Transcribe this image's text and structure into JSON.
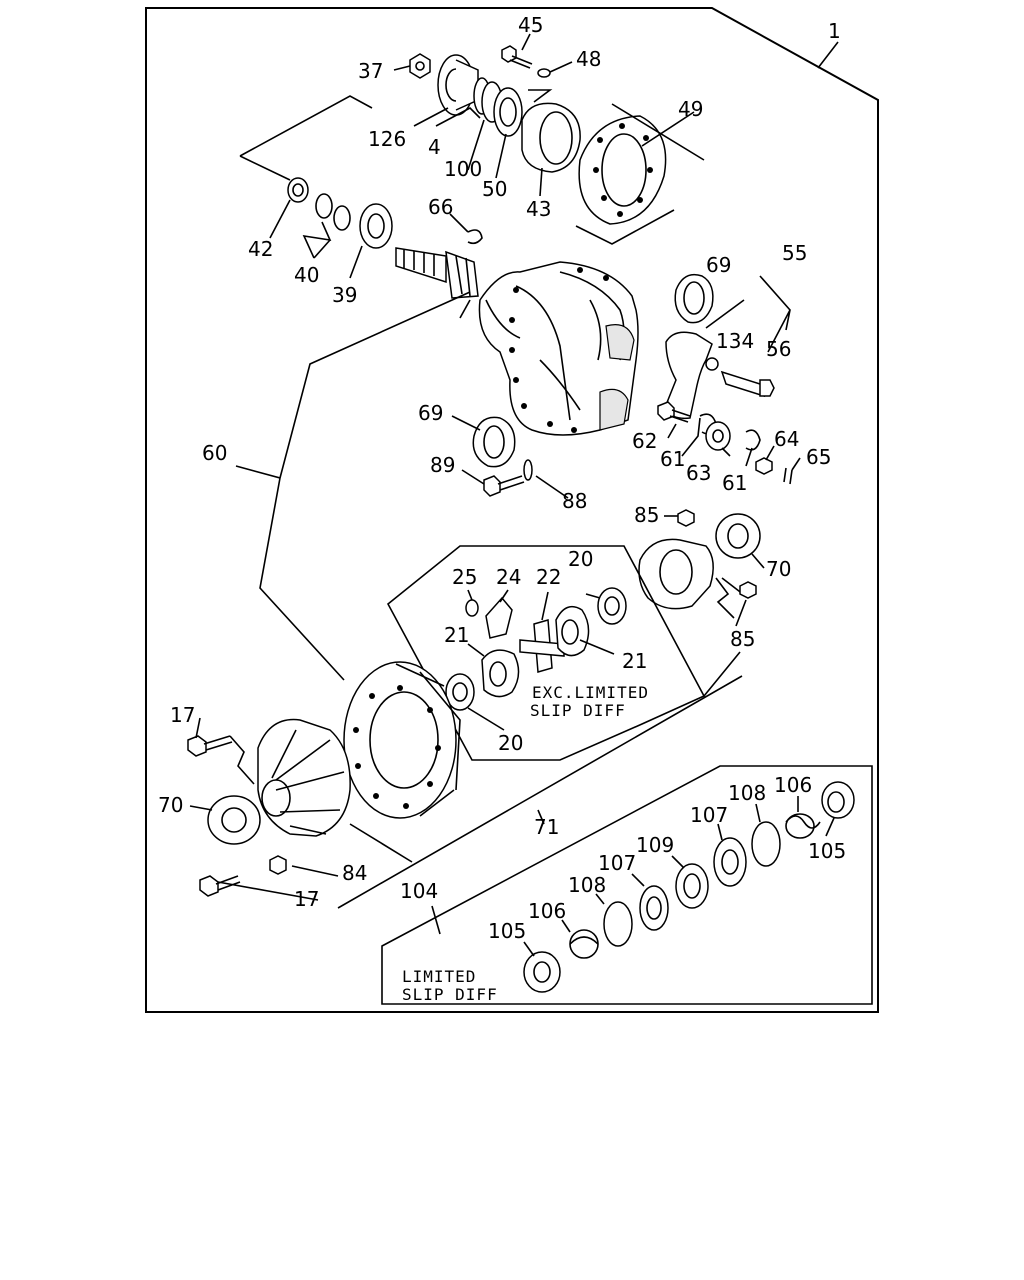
{
  "labels": {
    "l1": "1",
    "l45": "45",
    "l48": "48",
    "l37": "37",
    "l126": "126",
    "l4": "4",
    "l100": "100",
    "l50": "50",
    "l43": "43",
    "l49": "49",
    "l42": "42",
    "l40": "40",
    "l39": "39",
    "l66": "66",
    "l55": "55",
    "l69a": "69",
    "l134": "134",
    "l56": "56",
    "l69b": "69",
    "l62": "62",
    "l61a": "61",
    "l63": "63",
    "l61b": "61",
    "l64": "64",
    "l65": "65",
    "l60": "60",
    "l89": "89",
    "l88": "88",
    "l85a": "85",
    "l70a": "70",
    "l85b": "85",
    "l20a": "20",
    "l25": "25",
    "l24": "24",
    "l22": "22",
    "l21a": "21",
    "l21b": "21",
    "l20b": "20",
    "l17a": "17",
    "l70b": "70",
    "l71": "71",
    "l84": "84",
    "l17b": "17",
    "l104": "104",
    "l108a": "108",
    "l106a": "106",
    "l107a": "107",
    "l105a": "105",
    "l109": "109",
    "l107b": "107",
    "l108b": "108",
    "l106b": "106",
    "l105b": "105"
  },
  "notes": {
    "exc_line1": "EXC.LIMITED",
    "exc_line2": "SLIP DIFF",
    "lsd_line1": "LIMITED",
    "lsd_line2": "SLIP DIFF"
  }
}
